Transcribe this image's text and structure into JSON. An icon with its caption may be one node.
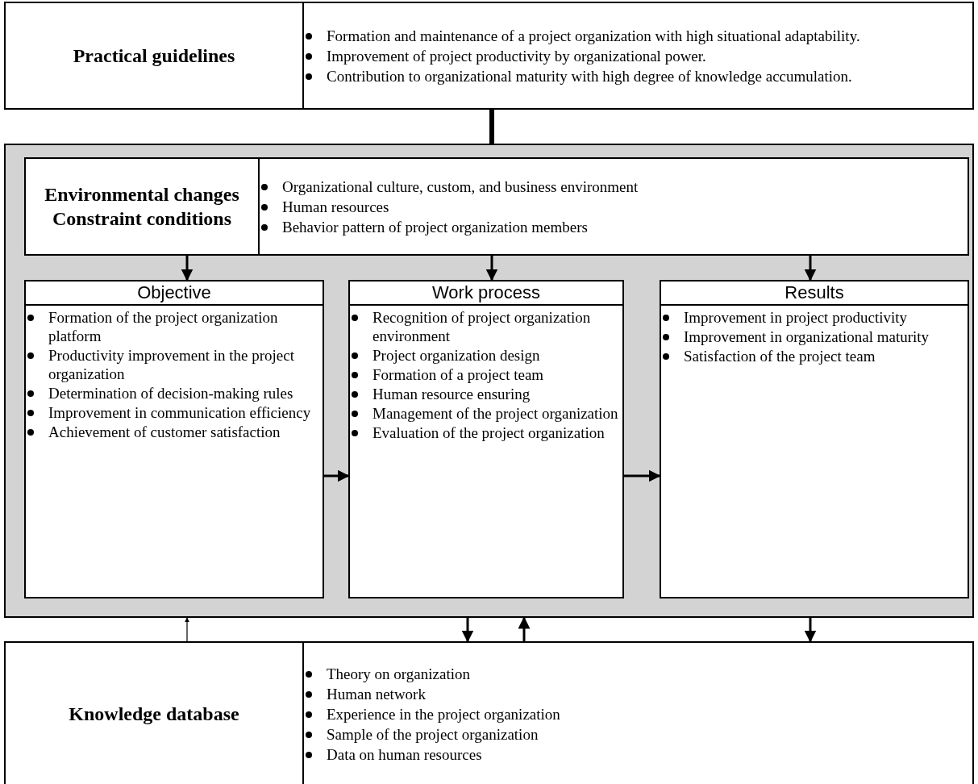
{
  "diagram": {
    "nodes": [
      {
        "text": [
          "Practical guidelines",
          "Formation and maintenance of a project organization with high situational adaptability.",
          "Improvement of project productivity by organizational power.",
          "Contribution to organizational maturity with high degree of knowledge accumulation."
        ]
      },
      {
        "text": [],
        "shape": "box"
      },
      {
        "text": [
          "Environmental changes",
          "Constraint conditions",
          "Organizational culture, custom, and business environment",
          "Human resources",
          "Behavior pattern of project organization members"
        ],
        "in": 1
      },
      {
        "text": [
          "Objective",
          "Formation of the project organization platform",
          "Productivity improvement in the project organization",
          "Determination of decision-making rules",
          "Improvement in communication efficiency",
          "Achievement of customer satisfaction"
        ],
        "in": 1
      },
      {
        "text": [
          "Work process",
          "Recognition of project organization environment",
          "Project organization design",
          "Formation of a project team",
          "Human resource ensuring",
          "Management of the project organization",
          "Evaluation of the project organization"
        ],
        "in": 1
      },
      {
        "text": [
          "Results",
          "Improvement in project productivity",
          "Improvement in organizational maturity",
          "Satisfaction of the project team"
        ],
        "in": 1
      },
      {
        "text": [
          "Knowledge database",
          "Theory on organization",
          "Human network",
          "Experience in the project organization",
          "Sample of the project organization",
          "Data on human resources"
        ]
      }
    ],
    "edges": [
      {
        "from": 0,
        "to": 1,
        "arrow": "none",
        "style": "thick"
      },
      {
        "from": 2,
        "to": 3,
        "arrow": "to"
      },
      {
        "from": 2,
        "to": 4,
        "arrow": "to"
      },
      {
        "from": 2,
        "to": 5,
        "arrow": "to"
      },
      {
        "from": 3,
        "to": 4,
        "arrow": "to"
      },
      {
        "from": 4,
        "to": 5,
        "arrow": "to"
      },
      {
        "from": 1,
        "to": 6,
        "arrow": "to"
      },
      {
        "from": 6,
        "to": 1,
        "arrow": "to"
      },
      {
        "from": 1,
        "to": 6,
        "arrow": "to"
      },
      {
        "from": 6,
        "to": 1,
        "arrow": "to"
      }
    ]
  }
}
